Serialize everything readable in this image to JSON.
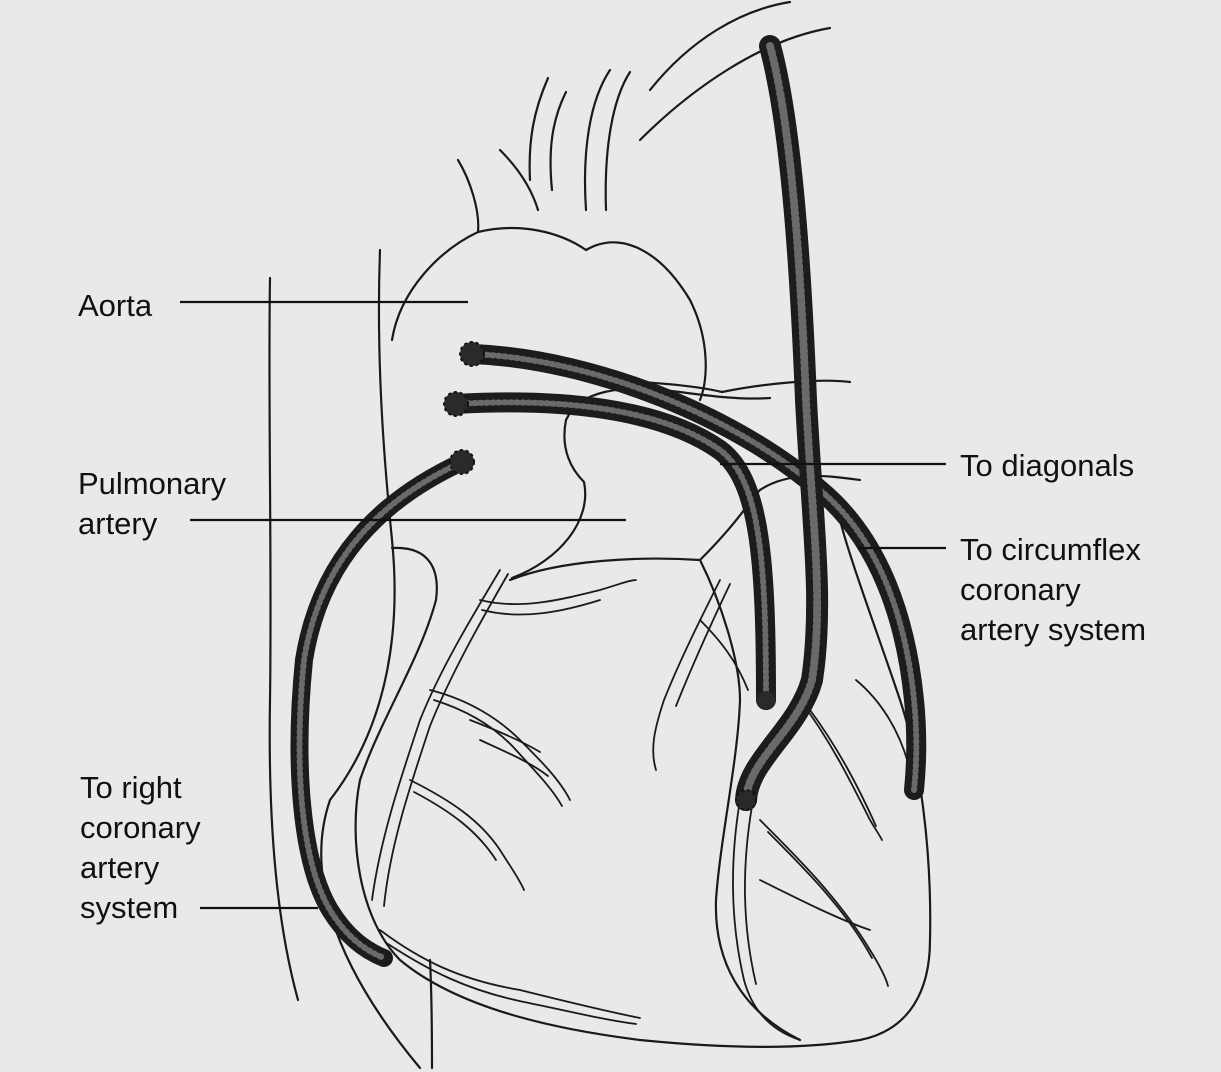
{
  "colors": {
    "background": "#e9e9e9",
    "line": "#1a1a1a",
    "graft": "#1c1c1c"
  },
  "labels": {
    "aorta": "Aorta",
    "pulmonary_artery": "Pulmonary\nartery",
    "to_diagonals": "To diagonals",
    "to_circumflex": "To circumflex\ncoronary\nartery system",
    "to_right_coronary": "To right\ncoronary\nartery\nsystem"
  }
}
